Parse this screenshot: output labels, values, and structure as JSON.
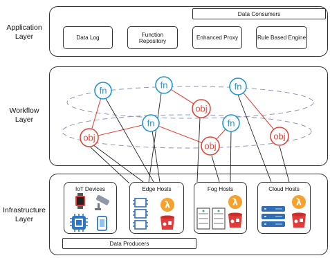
{
  "layers": {
    "application": "Application\nLayer",
    "workflow": "Workflow\nLayer",
    "infrastructure": "Infrastructure\nLayer"
  },
  "application": {
    "data_consumers": "Data Consumers",
    "components": [
      "Data Log",
      "Function Repository",
      "Enhanced Proxy",
      "Rule Based Engine"
    ]
  },
  "workflow": {
    "fn_label": "fn",
    "obj_label": "obj"
  },
  "infrastructure": {
    "data_producers": "Data Producers",
    "iot": "IoT Devices",
    "edge": "Edge Hosts",
    "fog": "Fog Hosts",
    "cloud": "Cloud Hosts",
    "lambda_symbol": "λ"
  },
  "colors": {
    "fn": "#2196d3",
    "obj": "#e0473a",
    "server": "#2f6db5",
    "lambda": "#f5a12b",
    "bucket": "#e23b3b"
  }
}
